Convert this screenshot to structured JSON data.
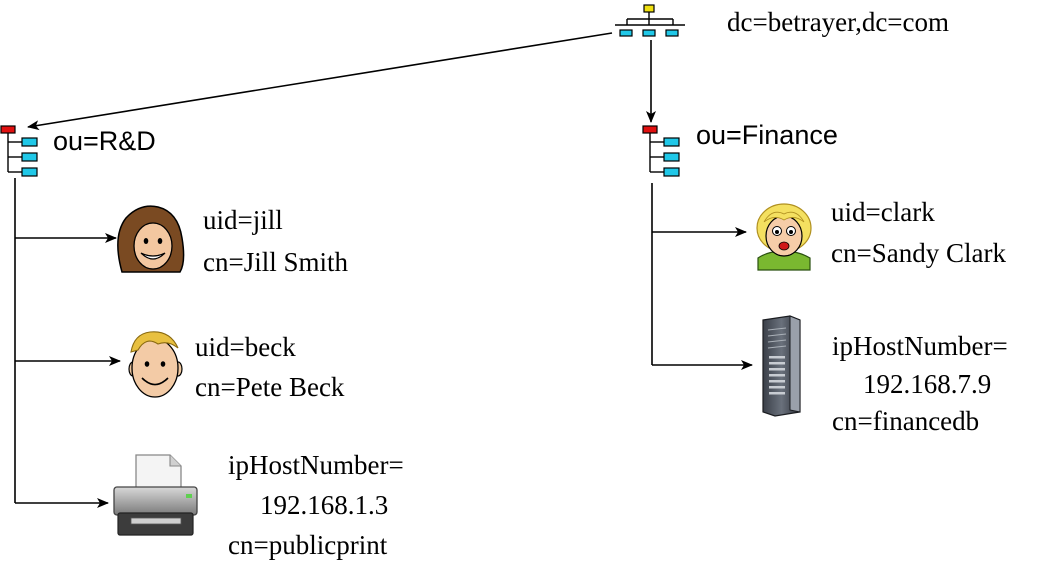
{
  "root": {
    "label": "dc=betrayer,dc=com",
    "icon": "directory-tree-icon"
  },
  "ou_rnd": {
    "label": "ou=R&D",
    "icon": "org-unit-icon",
    "children": [
      {
        "icon": "jill-avatar-icon",
        "lines": [
          "uid=jill",
          "cn=Jill Smith"
        ]
      },
      {
        "icon": "beck-avatar-icon",
        "lines": [
          "uid=beck",
          "cn=Pete Beck"
        ]
      },
      {
        "icon": "printer-icon",
        "lines": [
          "ipHostNumber=",
          "192.168.1.3",
          "cn=publicprint"
        ]
      }
    ]
  },
  "ou_finance": {
    "label": "ou=Finance",
    "icon": "org-unit-icon",
    "children": [
      {
        "icon": "clark-avatar-icon",
        "lines": [
          "uid=clark",
          "cn=Sandy Clark"
        ]
      },
      {
        "icon": "server-icon",
        "lines": [
          "ipHostNumber=",
          "192.168.7.9",
          "cn=financedb"
        ]
      }
    ]
  },
  "colors": {
    "ou_header": "#e01010",
    "ou_items": "#20c8e8",
    "root_header": "#f0e010",
    "root_items": "#20c8e8"
  }
}
